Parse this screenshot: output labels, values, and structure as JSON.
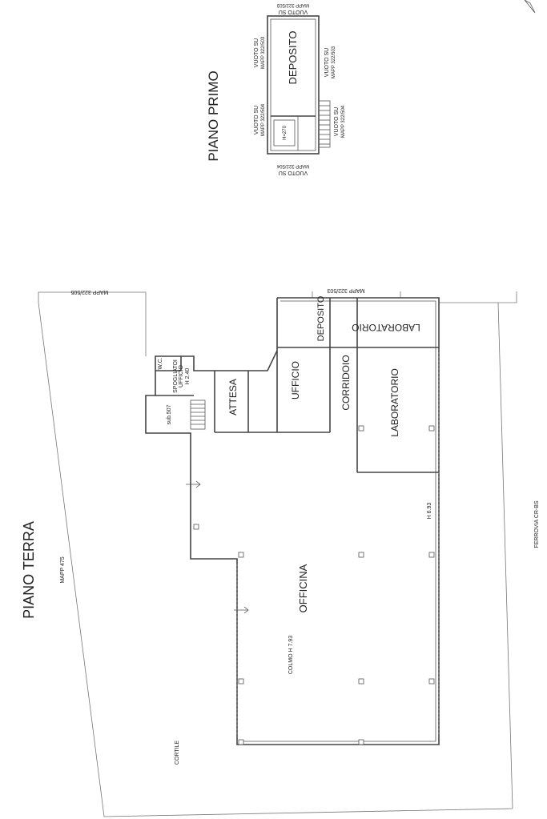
{
  "floors": {
    "ground": {
      "title": "PIANO TERRA",
      "rooms": {
        "officina": "OFFICINA",
        "laboratorio_1": "LABORATORIO",
        "laboratorio_2": "LABORATORIO",
        "corridoio": "CORRIDOIO",
        "ufficio": "UFFICIO",
        "deposito": "DEPOSITO",
        "attesa": "ATTESA",
        "spogliatoi": "SPOGLIATOI",
        "ufficio_small": "UFFICIO",
        "wc": "W.C."
      },
      "notes": {
        "height_small_office": "H 2.40",
        "sub": "sub.507",
        "h_officina": "H 6.93",
        "colmo": "COLMO H 7.93"
      },
      "surroundings": {
        "mapp_475": "MAPP 475",
        "mapp_505": "MAPP 322/505",
        "mapp_503": "MAPP 322/503",
        "cortile": "CORTILE",
        "ferrovia": "FERROVIA CR-BS"
      }
    },
    "first": {
      "title": "PIANO PRIMO",
      "rooms": {
        "deposito": "DEPOSITO"
      },
      "notes": {
        "h270": "H=270",
        "vuoto_top_1": "VUOTO SU",
        "vuoto_top_2": "MAPP 322/503",
        "vuoto_bottom_1": "VUOTO SU",
        "vuoto_bottom_2": "MAPP 322/504",
        "vuoto_left_a_1": "VUOTO SU",
        "vuoto_left_a_2": "MAPP 322/503",
        "vuoto_left_b_1": "VUOTO SU",
        "vuoto_left_b_2": "MAPP 322/504",
        "vuoto_right_a_1": "VUOTO SU",
        "vuoto_right_a_2": "MAPP 322/503",
        "vuoto_right_b_1": "VUOTO SU",
        "vuoto_right_b_2": "MAPP 322/504"
      }
    }
  }
}
